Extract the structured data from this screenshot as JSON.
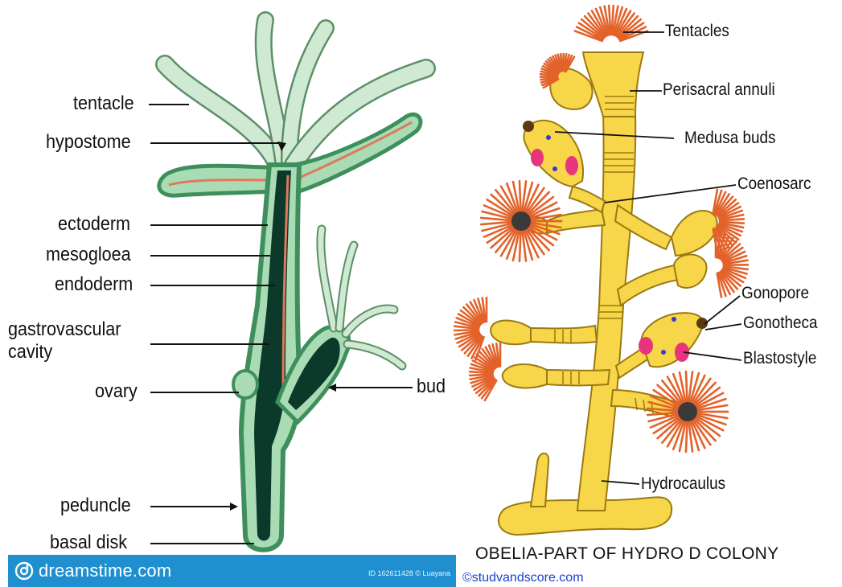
{
  "hydra": {
    "labels": {
      "tentacle": "tentacle",
      "hypostome": "hypostome",
      "ectoderm": "ectoderm",
      "mesogloea": "mesogloea",
      "endoderm": "endoderm",
      "gastro1": "gastrovascular",
      "gastro2": "cavity",
      "ovary": "ovary",
      "bud": "bud",
      "peduncle": "peduncle",
      "basal": "basal disk"
    }
  },
  "watermark": {
    "brand": "dreamstime.com",
    "id": "ID 162611428 © Luayana"
  },
  "obelia": {
    "title": "OBELIA-PART OF HYDRO D COLONY",
    "copyright": "©studvandscore.com",
    "labels": {
      "tentacles": "Tentacles",
      "perisacral": "Perisacral annuli",
      "medusa": "Medusa buds",
      "coenosarc": "Coenosarc",
      "gonopore": "Gonopore",
      "gonotheca": "Gonotheca",
      "blastostyle": "Blastostyle",
      "hydrocaulus": "Hydrocaulus"
    }
  },
  "colors": {
    "hydra_outer": "#3f8f5c",
    "hydra_wall": "#a9dcb5",
    "hydra_cavity": "#0b3a2a",
    "hydra_mesogloea": "#e0785e",
    "tentacle_fill": "#cfe9d3",
    "obelia_body": "#f7d64a",
    "obelia_outline": "#9b7a10",
    "tentacle_orange": "#e2622a",
    "bud_pink": "#e8347c",
    "footer_blue": "#1f8fd0"
  }
}
